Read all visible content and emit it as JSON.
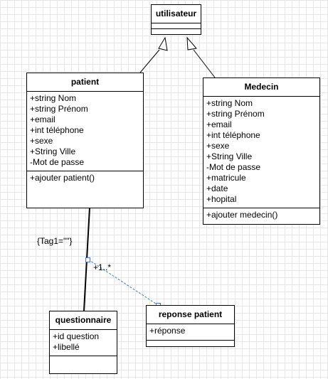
{
  "classes": {
    "utilisateur": {
      "name": "utilisateur",
      "attributes": [],
      "methods": []
    },
    "patient": {
      "name": "patient",
      "attributes": [
        "+string Nom",
        "+string Prénom",
        "+email",
        "+int téléphone",
        "+sexe",
        "+String Ville",
        "-Mot de passe"
      ],
      "methods": [
        "+ajouter patient()"
      ]
    },
    "medecin": {
      "name": "Medecin",
      "attributes": [
        "+string Nom",
        "+string Prénom",
        "+email",
        "+int téléphone",
        "+sexe",
        "+String Ville",
        "-Mot de passe",
        "+matricule",
        "+date",
        "+hopital"
      ],
      "methods": [
        "+ajouter medecin()"
      ]
    },
    "questionnaire": {
      "name": "questionnaire",
      "attributes": [
        "+id question",
        "+libellé"
      ],
      "methods": []
    },
    "reponse": {
      "name": "reponse patient",
      "attributes": [
        "+réponse"
      ],
      "methods": []
    }
  },
  "labels": {
    "tag": "{Tag1=\"\"}",
    "multiplicity": "+1..*"
  },
  "colors": {
    "grid": "#e6e6e6",
    "line": "#000000",
    "dashed_link": "#3a7bbd"
  }
}
